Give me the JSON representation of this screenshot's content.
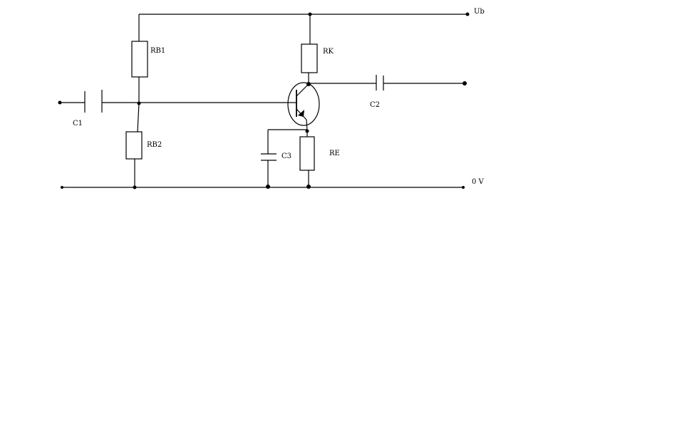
{
  "labels": {
    "ub": "Ub",
    "zero_v": "0 V",
    "rb1": "RB1",
    "rb2": "RB2",
    "rk": "RK",
    "re": "RE",
    "c1": "C1",
    "c2": "C2",
    "c3": "C3"
  },
  "colors": {
    "stroke": "#000000",
    "background": "#ffffff"
  }
}
